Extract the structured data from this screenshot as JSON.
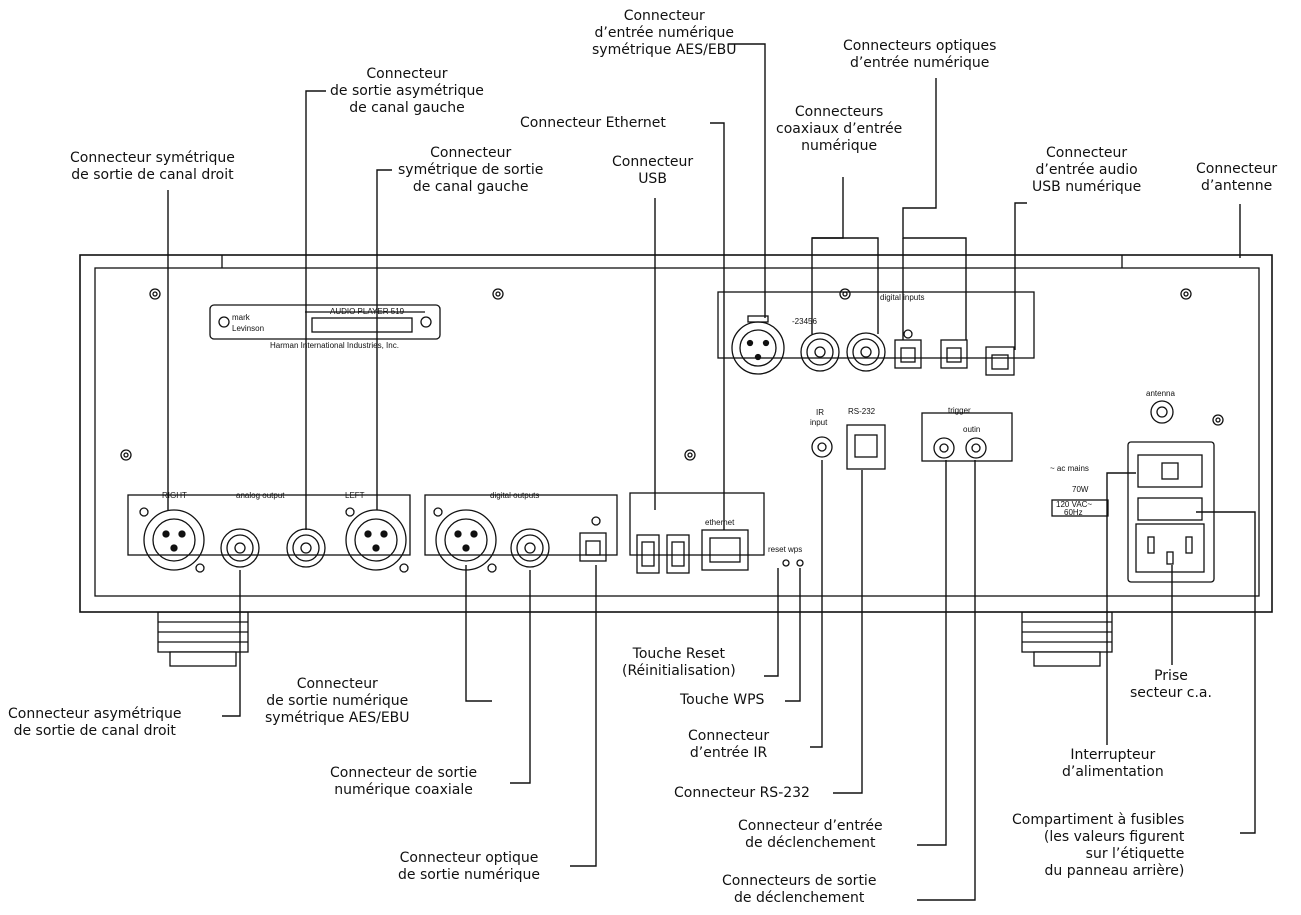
{
  "callouts": {
    "aes_input": "Connecteur\nd’entrée numérique\nsymétrique AES/EBU",
    "optical_inputs": "Connecteurs optiques\nd’entrée numérique",
    "left_unbal_out": "Connecteur\nde sortie asymétrique\nde canal gauche",
    "ethernet": "Connecteur Ethernet",
    "coax_inputs": "Connecteurs\ncoaxiaux d’entrée\nnumérique",
    "right_bal_out": "Connecteur symétrique\nde sortie de canal droit",
    "left_bal_out": "Connecteur\nsymétrique de sortie\nde canal gauche",
    "usb": "Connecteur\nUSB",
    "usb_audio_in": "Connecteur\nd’entrée audio\nUSB numérique",
    "antenna": "Connecteur\nd’antenne",
    "reset": "Touche Reset\n(Réinitialisation)",
    "wps": "Touche WPS",
    "aes_output": "Connecteur\nde sortie numérique\nsymétrique AES/EBU",
    "right_unbal_out": "Connecteur asymétrique\nde sortie de canal droit",
    "ir_input": "Connecteur\nd’entrée IR",
    "rs232": "Connecteur RS-232",
    "coax_output": "Connecteur de sortie\nnumérique coaxiale",
    "ac_inlet": "Prise\nsecteur c.a.",
    "power_switch": "Interrupteur\nd’alimentation",
    "fuse": "Compartiment à fusibles\n(les valeurs figurent\nsur l’étiquette\ndu panneau arrière)",
    "trigger_in": "Connecteur d’entrée\nde déclenchement",
    "optical_output": "Connecteur optique\nde sortie numérique",
    "trigger_out": "Connecteurs de sortie\nde déclenchement"
  },
  "panel": {
    "brand_line1": "mark",
    "brand_line2": "Levinson",
    "product": "AUDIO PLAYER 519",
    "sub_line": "Harman International Industries, Inc.",
    "digital_inputs": "digital inputs",
    "digital_input_numbers": "-23456",
    "antenna": "antenna",
    "ir": "IR",
    "ir_input": "input",
    "rs232": "RS-232",
    "trigger": "trigger",
    "trigger_ports": "outin",
    "ac_mains": "~ ac mains",
    "power_rating": "70W",
    "voltage_line1": "120 VAC~",
    "voltage_line2": "60Hz",
    "right": "RIGHT",
    "analog_output": "analog output",
    "left": "LEFT",
    "digital_outputs": "digital outputs",
    "ethernet": "ethernet",
    "reset_wps": "reset wps"
  }
}
